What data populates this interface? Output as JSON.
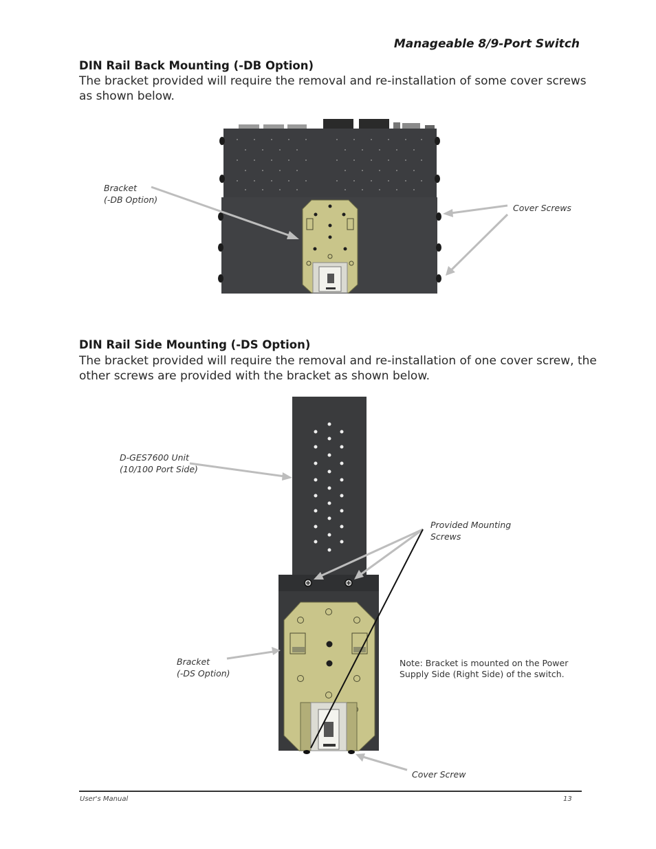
{
  "header": {
    "title": "Manageable 8/9-Port Switch"
  },
  "section1": {
    "heading": "DIN Rail Back Mounting (-DB Option)",
    "text": "The bracket provided will require the removal and re-installation of some cover screws as shown below.",
    "callouts": {
      "bracket": "Bracket\n(-DB Option)",
      "cover_screws": "Cover Screws"
    }
  },
  "section2": {
    "heading": "DIN Rail Side Mounting (-DS Option)",
    "text": "The bracket provided will require the removal and re-installation of one cover screw, the other screws are provided with the bracket as shown below.",
    "callouts": {
      "unit": "D-GES7600 Unit\n(10/100 Port Side)",
      "mounting_screws": "Provided Mounting\nScrews",
      "bracket": "Bracket\n(-DS Option)",
      "note": "Note: Bracket is mounted on the Power Supply Side (Right Side) of the switch.",
      "cover_screw": "Cover Screw"
    }
  },
  "footer": {
    "left": "User's Manual",
    "page": "13"
  },
  "colors": {
    "device": "#3a3b3d",
    "bracket": "#c9c58a",
    "arrow": "#b8b8b8"
  }
}
